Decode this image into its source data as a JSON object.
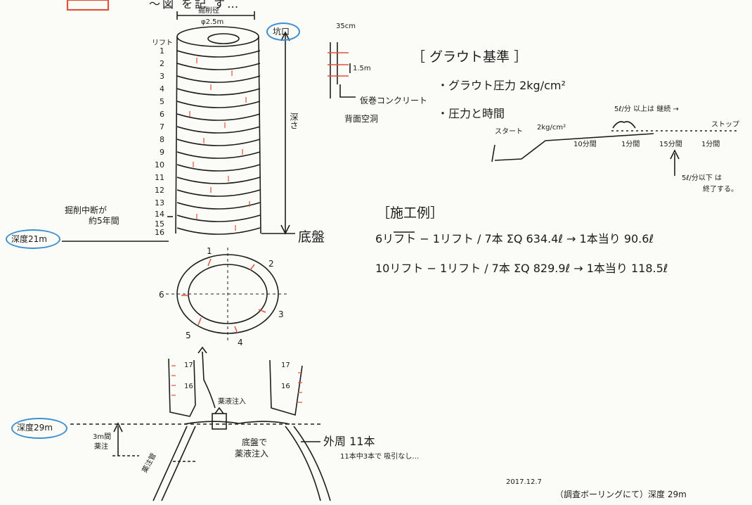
{
  "header": {
    "top_text": "〜図 を記 す…"
  },
  "shaft": {
    "diameter_label": "掘削径",
    "diameter_sub": "φ2.5m",
    "top_label": "坑口",
    "ring_column_header": "リフト",
    "ring_numbers": [
      "1",
      "2",
      "3",
      "4",
      "5",
      "6",
      "7",
      "8",
      "9",
      "10",
      "11",
      "12",
      "13",
      "14",
      "15",
      "16"
    ],
    "height_label": "深さ",
    "bottom_label": "底盤",
    "left_note_line1": "掘削中断が",
    "left_note_line2": "約5年間",
    "depth_label": "深度21m"
  },
  "detail": {
    "dim_top": "35cm",
    "dim_side": "1.5m",
    "label_line1": "仮巻コンクリート",
    "label_line2": "背面空洞"
  },
  "grout_standard": {
    "title": "［ グラウト基準 ］",
    "pressure": "・グラウト圧力 2kg/cm²",
    "time": "・圧力と時間",
    "graph_labels": {
      "start": "スタート",
      "pressure_reach": "2kg/cm²",
      "ten_min": "10分間",
      "min1": "1分間",
      "min15": "15分間",
      "min1b": "1分間",
      "brace_note": "5ℓ/分 以上は 継続 →",
      "stop": "ストップ",
      "arrow_note1": "5ℓ/分以下 は",
      "arrow_note2": "終了する。"
    }
  },
  "example": {
    "title": "［施工例］",
    "row1": "6リフト − 1リフト / 7本   ΣQ 634.4ℓ → 1本当り 90.6ℓ",
    "row2": "10リフト − 1リフト / 7本   ΣQ 829.9ℓ → 1本当り 118.5ℓ"
  },
  "cross_section": {
    "points": [
      "1",
      "2",
      "3",
      "4",
      "5",
      "6"
    ]
  },
  "bottom": {
    "lift_labels": [
      "17",
      "16",
      "17",
      "16"
    ],
    "depth_label": "深度29m",
    "depth_range_line1": "3m間",
    "depth_range_line2": "薬注",
    "bottom_note_line1": "底盤で",
    "bottom_note_line2": "薬液注入",
    "grout_small": "薬液注入",
    "outer_label": "外周 11本",
    "outer_sub": "11本中3本で 吸引なし…",
    "left_pipe_label": "薬注管"
  },
  "footer": {
    "date": "2017.12.7",
    "note": "（調査ボーリングにて）深度 29m"
  },
  "colors": {
    "ink": "#1d1d1d",
    "marker_red": "#e0533b",
    "highlight_blue": "#3c8fd0"
  }
}
